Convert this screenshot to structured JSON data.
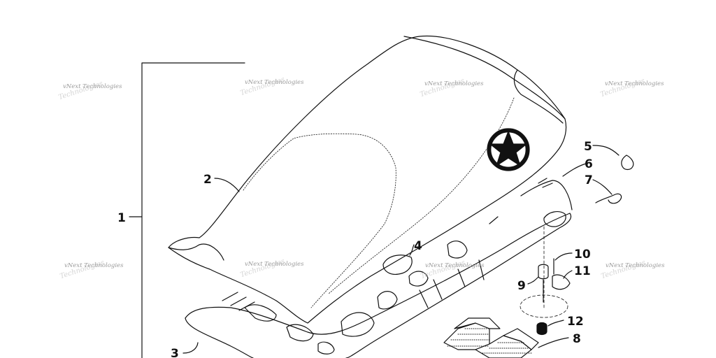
{
  "diagram": {
    "callouts": [
      "1",
      "2",
      "3",
      "4",
      "5",
      "6",
      "7",
      "8",
      "9",
      "10",
      "11",
      "12"
    ],
    "watermark": {
      "text": "vNext Technologies",
      "echo": "Technologies"
    },
    "emblem": "star-emblem"
  },
  "colors": {
    "line": "#111111",
    "watermark": "#9a9a9a"
  }
}
